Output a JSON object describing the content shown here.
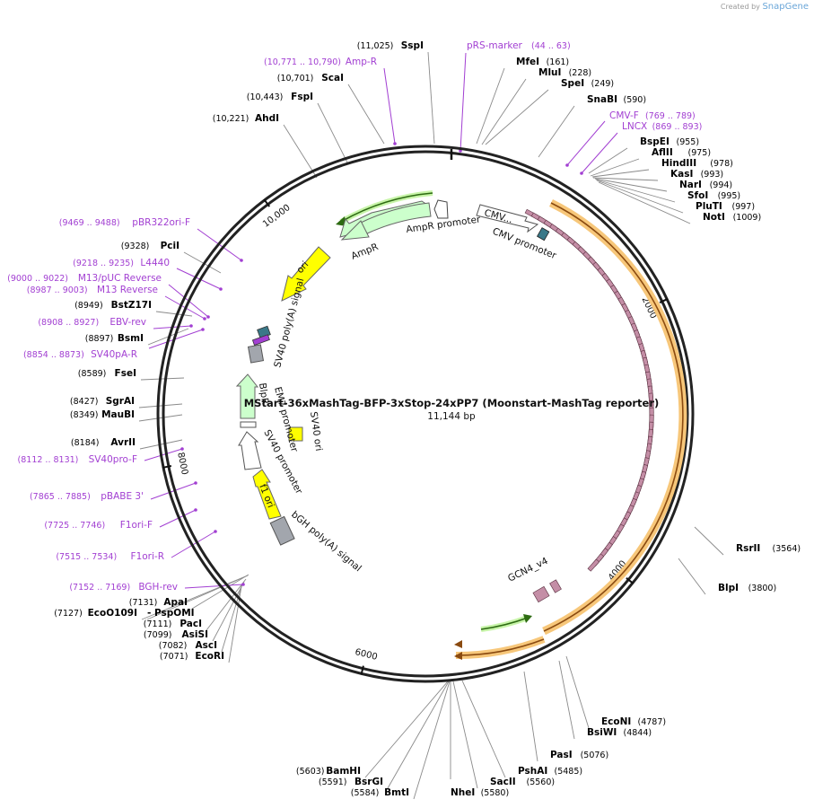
{
  "brand": {
    "created_by": "Created by",
    "name": "SnapGene"
  },
  "plasmid": {
    "name": "MStart-36xMashTag-BFP-3xStop-24xPP7 (Moonstart-MashTag reporter)",
    "length_label": "11,144 bp",
    "length": 11144
  },
  "ticks": [
    {
      "label": "2000",
      "bp": 2000
    },
    {
      "label": "4000",
      "bp": 4000
    },
    {
      "label": "6000",
      "bp": 6000
    },
    {
      "label": "8000",
      "bp": 8000
    },
    {
      "label": "10,000",
      "bp": 10000
    }
  ],
  "sites": [
    {
      "name": "SspI",
      "pos": "(11,025)",
      "bp": 11025
    },
    {
      "name": "ScaI",
      "pos": "(10,701)",
      "bp": 10701
    },
    {
      "name": "FspI",
      "pos": "(10,443)",
      "bp": 10443
    },
    {
      "name": "AhdI",
      "pos": "(10,221)",
      "bp": 10221
    },
    {
      "name": "MfeI",
      "pos": "(161)",
      "bp": 161
    },
    {
      "name": "MluI",
      "pos": "(228)",
      "bp": 228
    },
    {
      "name": "SpeI",
      "pos": "(249)",
      "bp": 249
    },
    {
      "name": "SnaBI",
      "pos": "(590)",
      "bp": 590
    },
    {
      "name": "BspEI",
      "pos": "(955)",
      "bp": 955
    },
    {
      "name": "AflII",
      "pos": "(975)",
      "bp": 975
    },
    {
      "name": "HindIII",
      "pos": "(978)",
      "bp": 978
    },
    {
      "name": "KasI",
      "pos": "(993)",
      "bp": 993
    },
    {
      "name": "NarI",
      "pos": "(994)",
      "bp": 994
    },
    {
      "name": "SfoI",
      "pos": "(995)",
      "bp": 995
    },
    {
      "name": "PluTI",
      "pos": "(997)",
      "bp": 997
    },
    {
      "name": "NotI",
      "pos": "(1009)",
      "bp": 1009
    },
    {
      "name": "PciI",
      "pos": "(9328)",
      "bp": 9328
    },
    {
      "name": "BstZ17I",
      "pos": "(8949)",
      "bp": 8949
    },
    {
      "name": "BsmI",
      "pos": "(8897)",
      "bp": 8897
    },
    {
      "name": "FseI",
      "pos": "(8589)",
      "bp": 8589
    },
    {
      "name": "SgrAI",
      "pos": "(8427)",
      "bp": 8427
    },
    {
      "name": "MauBI",
      "pos": "(8349)",
      "bp": 8349
    },
    {
      "name": "AvrII",
      "pos": "(8184)",
      "bp": 8184
    },
    {
      "name": "ApaI",
      "pos": "(7131)",
      "bp": 7131
    },
    {
      "name": "EcoO109I",
      "pos": "(7127)",
      "bp": 7127
    },
    {
      "name": "- PspOMI",
      "pos": "",
      "bp": 7127
    },
    {
      "name": "PacI",
      "pos": "(7111)",
      "bp": 7111
    },
    {
      "name": "AsiSI",
      "pos": "(7099)",
      "bp": 7099
    },
    {
      "name": "AscI",
      "pos": "(7082)",
      "bp": 7082
    },
    {
      "name": "EcoRI",
      "pos": "(7071)",
      "bp": 7071
    },
    {
      "name": "RsrII",
      "pos": "(3564)",
      "bp": 3564
    },
    {
      "name": "BlpI",
      "pos": "(3800)",
      "bp": 3800
    },
    {
      "name": "EcoNI",
      "pos": "(4787)",
      "bp": 4787
    },
    {
      "name": "BsiWI",
      "pos": "(4844)",
      "bp": 4844
    },
    {
      "name": "PasI",
      "pos": "(5076)",
      "bp": 5076
    },
    {
      "name": "PshAI",
      "pos": "(5485)",
      "bp": 5485
    },
    {
      "name": "SacII",
      "pos": "(5560)",
      "bp": 5560
    },
    {
      "name": "NheI",
      "pos": "(5580)",
      "bp": 5580
    },
    {
      "name": "BamHI",
      "pos": "(5603)",
      "bp": 5603
    },
    {
      "name": "BsrGI",
      "pos": "(5591)",
      "bp": 5591
    },
    {
      "name": "BmtI",
      "pos": "(5584)",
      "bp": 5584
    }
  ],
  "primers": [
    {
      "name": "pRS-marker",
      "pos": "(44 .. 63)",
      "bp": 54
    },
    {
      "name": "Amp-R",
      "pos": "(10,771 .. 10,790)",
      "bp": 10780
    },
    {
      "name": "CMV-F",
      "pos": "(769 .. 789)",
      "bp": 779
    },
    {
      "name": "LNCX",
      "pos": "(869 .. 893)",
      "bp": 881
    },
    {
      "name": "pBR322ori-F",
      "pos": "(9469 .. 9488)",
      "bp": 9478
    },
    {
      "name": "L4440",
      "pos": "(9218 .. 9235)",
      "bp": 9226
    },
    {
      "name": "M13/pUC Reverse",
      "pos": "(9000 .. 9022)",
      "bp": 9011
    },
    {
      "name": "M13 Reverse",
      "pos": "(8987 .. 9003)",
      "bp": 8995
    },
    {
      "name": "EBV-rev",
      "pos": "(8908 .. 8927)",
      "bp": 8917
    },
    {
      "name": "SV40pA-R",
      "pos": "(8854 .. 8873)",
      "bp": 8863
    },
    {
      "name": "SV40pro-F",
      "pos": "(8112 .. 8131)",
      "bp": 8121
    },
    {
      "name": "pBABE 3'",
      "pos": "(7865 .. 7885)",
      "bp": 7875
    },
    {
      "name": "F1ori-F",
      "pos": "(7725 .. 7746)",
      "bp": 7735
    },
    {
      "name": "F1ori-R",
      "pos": "(7515 .. 7534)",
      "bp": 7524
    },
    {
      "name": "BGH-rev",
      "pos": "(7152 .. 7169)",
      "bp": 7160
    }
  ],
  "features": [
    {
      "name": "AmpR promoter"
    },
    {
      "name": "AmpR"
    },
    {
      "name": "ori"
    },
    {
      "name": "SV40 poly(A) signal"
    },
    {
      "name": "CMV..."
    },
    {
      "name": "CMV promoter"
    },
    {
      "name": "GCN4_v4"
    },
    {
      "name": "SV40 ori"
    },
    {
      "name": "BlpR"
    },
    {
      "name": "EM7 promoter"
    },
    {
      "name": "SV40 promoter"
    },
    {
      "name": "f1 ori"
    },
    {
      "name": "bGH poly(A) signal"
    }
  ],
  "colors": {
    "backbone": "#222222",
    "enzyme_line": "#8a8a8a",
    "primer": "#a23fd2",
    "yellow": "#ffff00",
    "green": "#ccffcc",
    "pink": "#c48ea6",
    "gray": "#a2a6ad",
    "orange": "#f7c77a",
    "teal": "#3a7888",
    "dark_green": "#3a7a1a",
    "brown": "#8a4a10"
  }
}
